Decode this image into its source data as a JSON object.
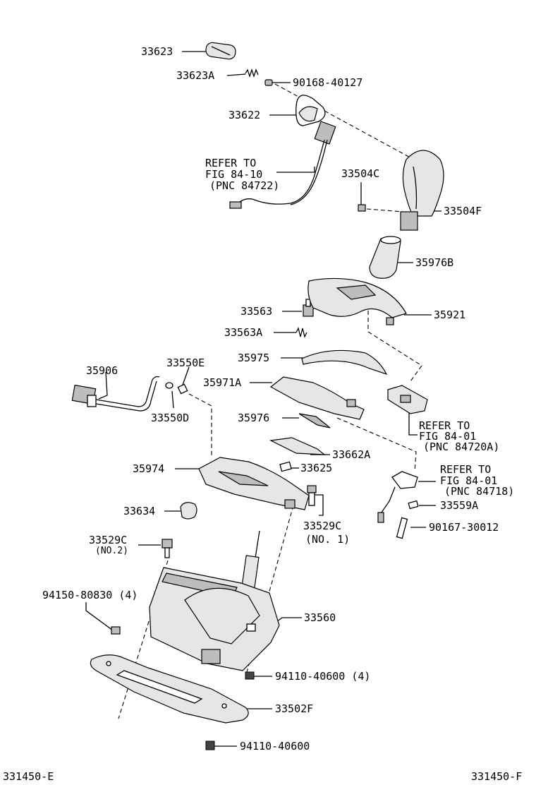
{
  "diagram": {
    "labels": {
      "p33623": "33623",
      "p33623A": "33623A",
      "p90168": "90168-40127",
      "p33622": "33622",
      "refer1_a": "REFER TO",
      "refer1_b": "FIG 84-10",
      "refer1_c": "(PNC 84722)",
      "p33504C": "33504C",
      "p33504F": "33504F",
      "p35976B": "35976B",
      "p33563": "33563",
      "p35921": "35921",
      "p33563A": "33563A",
      "p35906": "35906",
      "p33550E": "33550E",
      "p35975": "35975",
      "p35971A": "35971A",
      "p33550D": "33550D",
      "refer2_a": "REFER TO",
      "refer2_b": "FIG 84-01",
      "refer2_c": "(PNC 84720A)",
      "p35976": "35976",
      "p33662A": "33662A",
      "p33625": "33625",
      "p35974": "35974",
      "refer3_a": "REFER TO",
      "refer3_b": "FIG 84-01",
      "refer3_c": "(PNC 84718)",
      "p33634": "33634",
      "p33529C_1": "33529C",
      "p33529C_1n": "(NO. 1)",
      "p33559A": "33559A",
      "p33529C_2": "33529C",
      "p33529C_2n": "(NO.2)",
      "p90167": "90167-30012",
      "p94150": "94150-80830 (4)",
      "p33560": "33560",
      "p94110_4": "94110-40600 (4)",
      "p33502F": "33502F",
      "p94110": "94110-40600",
      "footer_left": "331450-E",
      "footer_right": "331450-F"
    }
  }
}
